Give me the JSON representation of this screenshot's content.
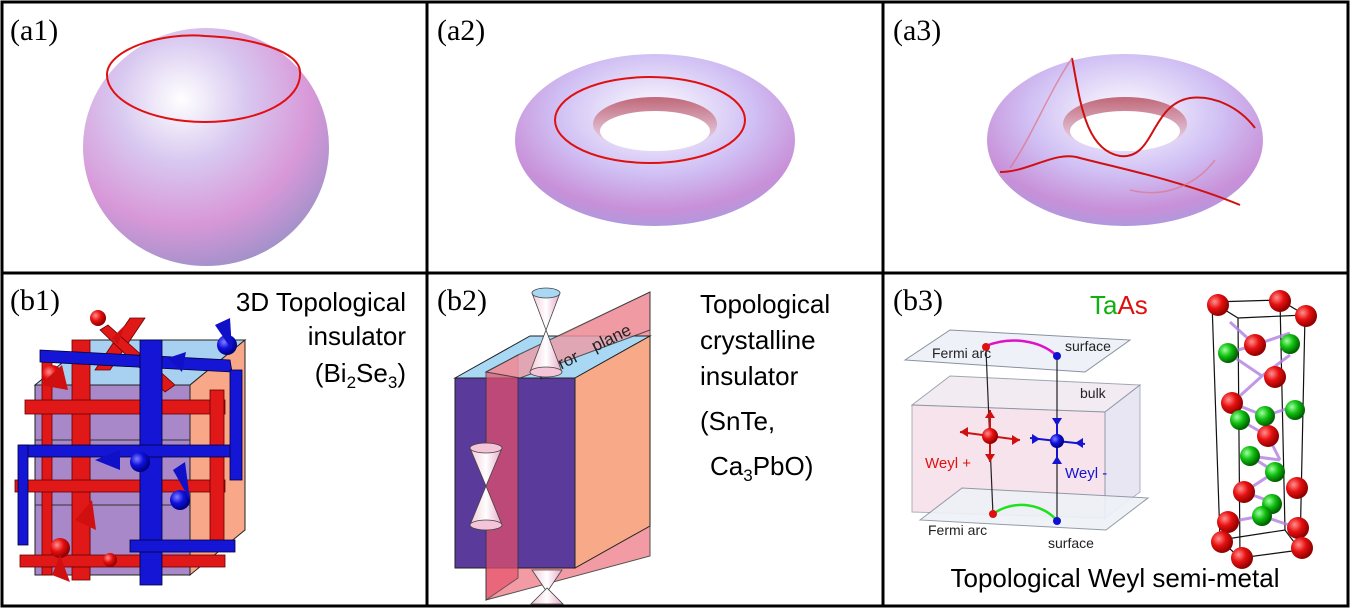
{
  "panels": {
    "a1": {
      "label": "(a1)"
    },
    "a2": {
      "label": "(a2)"
    },
    "a3": {
      "label": "(a3)"
    },
    "b1": {
      "label": "(b1)",
      "title_line1": "3D Topological",
      "title_line2": "insulator",
      "formula_open": "(Bi",
      "formula_sub1": "2",
      "formula_mid": "Se",
      "formula_sub2": "3",
      "formula_close": ")"
    },
    "b2": {
      "label": "(b2)",
      "title_line1": "Topological",
      "title_line2": "crystalline",
      "title_line3": "insulator",
      "title_line4": "(SnTe,",
      "formula_pre": "Ca",
      "formula_sub": "3",
      "formula_post": "PbO)",
      "plane_word1": "mirror",
      "plane_word2": "plane"
    },
    "b3": {
      "label": "(b3)",
      "compound_ta": "Ta",
      "compound_as": "As",
      "fermi_arc_top": "Fermi  arc",
      "surface_top": "surface",
      "bulk": "bulk",
      "weyl_plus": "Weyl +",
      "weyl_minus": "Weyl  -",
      "fermi_arc_bottom": "Fermi  arc",
      "surface_bottom": "surface",
      "caption": "Topological Weyl semi-metal"
    }
  },
  "colors": {
    "red": "#e01010",
    "blue": "#1414d8",
    "green": "#10b010",
    "border": "#000000"
  }
}
